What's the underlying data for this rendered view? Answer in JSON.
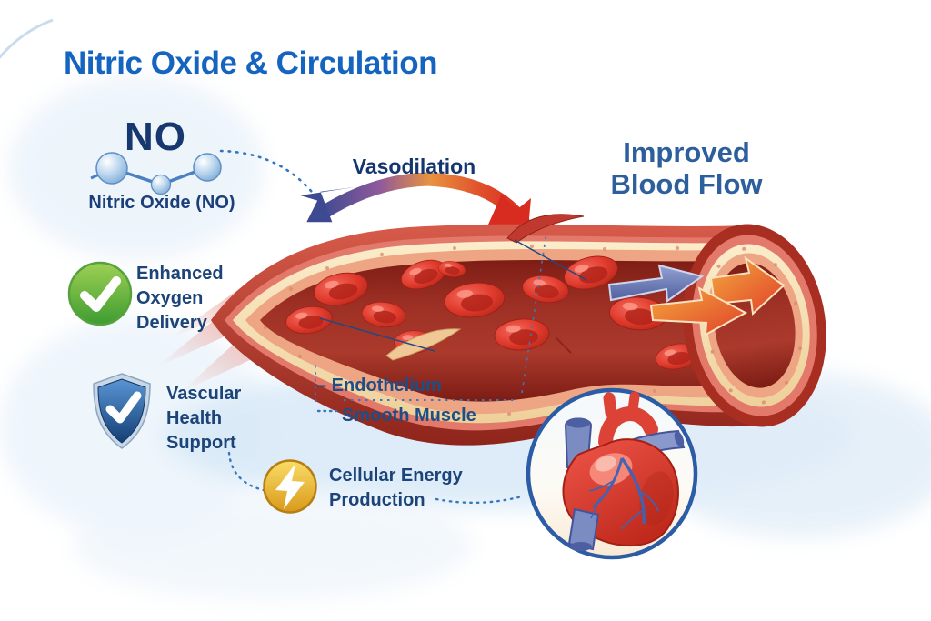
{
  "title": "Nitric Oxide & Circulation",
  "molecule": {
    "formula": "NO",
    "label": "Nitric Oxide (NO)",
    "icon": "no-molecule-icon"
  },
  "process_arrow": {
    "label": "Vasodilation",
    "icon": "gradient-curved-arrow-icon"
  },
  "outcome": {
    "label": "Improved\nBlood Flow"
  },
  "benefits": [
    {
      "label": "Enhanced\nOxygen\nDelivery",
      "icon": "check-circle-icon",
      "color": "#4aa32e"
    },
    {
      "label": "Vascular\nHealth\nSupport",
      "icon": "shield-check-icon",
      "color": "#1b4f8a"
    },
    {
      "label": "Cellular Energy\nProduction",
      "icon": "lightning-bolt-icon",
      "color": "#e2a41f"
    }
  ],
  "vessel": {
    "icon": "artery-cross-section-illustration",
    "labels": [
      {
        "text": "– Endothelium"
      },
      {
        "text": "Smooth Muscle"
      }
    ]
  },
  "heart": {
    "icon": "heart-illustration"
  },
  "colors": {
    "title_blue": "#1565c0",
    "label_navy": "#1c4479",
    "outcome_blue": "#2d5f9d",
    "vessel_red": "#b5372c",
    "vessel_cream": "#f6ddb0",
    "dashed_leader_blue": "#3b77bd"
  }
}
